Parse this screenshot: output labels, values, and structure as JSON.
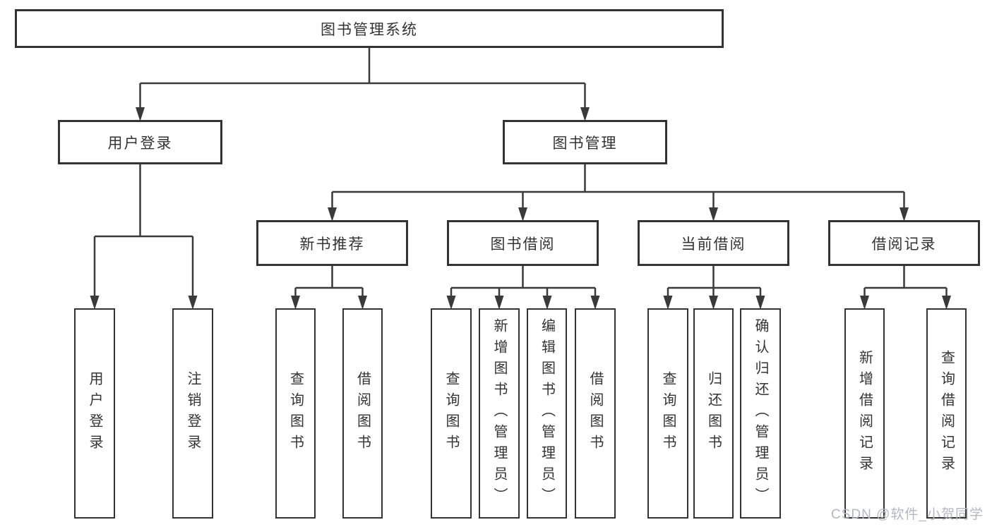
{
  "tree": {
    "label": "图书管理系统",
    "children": [
      {
        "label": "用户登录",
        "children": [
          {
            "label": "用户登录"
          },
          {
            "label": "注销登录"
          }
        ]
      },
      {
        "label": "图书管理",
        "children": [
          {
            "label": "新书推荐",
            "children": [
              {
                "label": "查询图书"
              },
              {
                "label": "借阅图书"
              }
            ]
          },
          {
            "label": "图书借阅",
            "children": [
              {
                "label": "查询图书"
              },
              {
                "label": "新增图书（管理员）"
              },
              {
                "label": "编辑图书（管理员）"
              },
              {
                "label": "借阅图书"
              }
            ]
          },
          {
            "label": "当前借阅",
            "children": [
              {
                "label": "查询图书"
              },
              {
                "label": "归还图书"
              },
              {
                "label": "确认归还（管理员）"
              }
            ]
          },
          {
            "label": "借阅记录",
            "children": [
              {
                "label": "新增借阅记录"
              },
              {
                "label": "查询借阅记录"
              }
            ]
          }
        ]
      }
    ]
  },
  "watermark": {
    "text": "CSDN @软件_小贺同学"
  },
  "colors": {
    "line": "#3a3a3a",
    "box_border": "#333333",
    "text": "#333333",
    "watermark": "#b4b8be",
    "background": "#ffffff"
  }
}
